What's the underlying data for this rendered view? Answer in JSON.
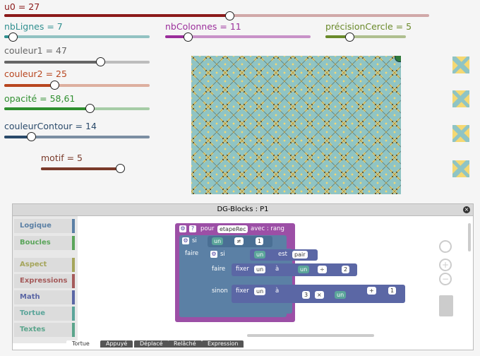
{
  "sliders": [
    {
      "label": "u0 = 27",
      "color": "#8b1a1a",
      "fill": 0.52
    },
    {
      "label": "nbLignes = 7",
      "color": "#2f8f8f",
      "fill": 0.05
    },
    {
      "label": "nbColonnes = 11",
      "color": "#9b2f9b",
      "fill": 0.16
    },
    {
      "label": "précisionCercle = 5",
      "color": "#6a8a2a",
      "fill": 0.3
    },
    {
      "label": "couleur1 = 47",
      "color": "#666666",
      "fill": 0.66
    },
    {
      "label": "couleur2 = 25",
      "color": "#b8461f",
      "fill": 0.35
    },
    {
      "label": "opacité = 58,61",
      "color": "#2f8f2f",
      "fill": 0.59
    },
    {
      "label": "couleurContour = 14",
      "color": "#2a4a6a",
      "fill": 0.19
    },
    {
      "label": "motif = 5",
      "color": "#7a3a2a",
      "fill": 1.0
    }
  ],
  "window": {
    "title": "DG-Blocks : P1",
    "close_glyph": "×"
  },
  "categories": [
    {
      "label": "Logique",
      "color": "#5b80a5"
    },
    {
      "label": "Boucles",
      "color": "#5ba55b"
    },
    {
      "label": "Aspect",
      "color": "#a5a55b"
    },
    {
      "label": "Expressions",
      "color": "#a55b5b"
    },
    {
      "label": "Math",
      "color": "#5b67a5"
    },
    {
      "label": "Tortue",
      "color": "#5ba59a"
    },
    {
      "label": "Textes",
      "color": "#5ba58c"
    }
  ],
  "blocks": {
    "pour": "pour",
    "proc": "etapeRec",
    "avec": "avec : rang",
    "si": "si",
    "faire": "faire",
    "sinon": "sinon",
    "un": "un",
    "neq": "≠",
    "one": "1",
    "est": "est",
    "pair": "pair",
    "fixer": "fixer",
    "a": "à",
    "div": "÷",
    "two": "2",
    "three": "3",
    "mul": "×",
    "plus": "+",
    "gear": "⚙",
    "q": "?"
  },
  "tabs": [
    "Tortue",
    "Appuyé",
    "Déplacé",
    "Relâché",
    "Expression"
  ],
  "colors": {
    "yellow": "#f5d872",
    "teal": "#8fc4c4"
  }
}
